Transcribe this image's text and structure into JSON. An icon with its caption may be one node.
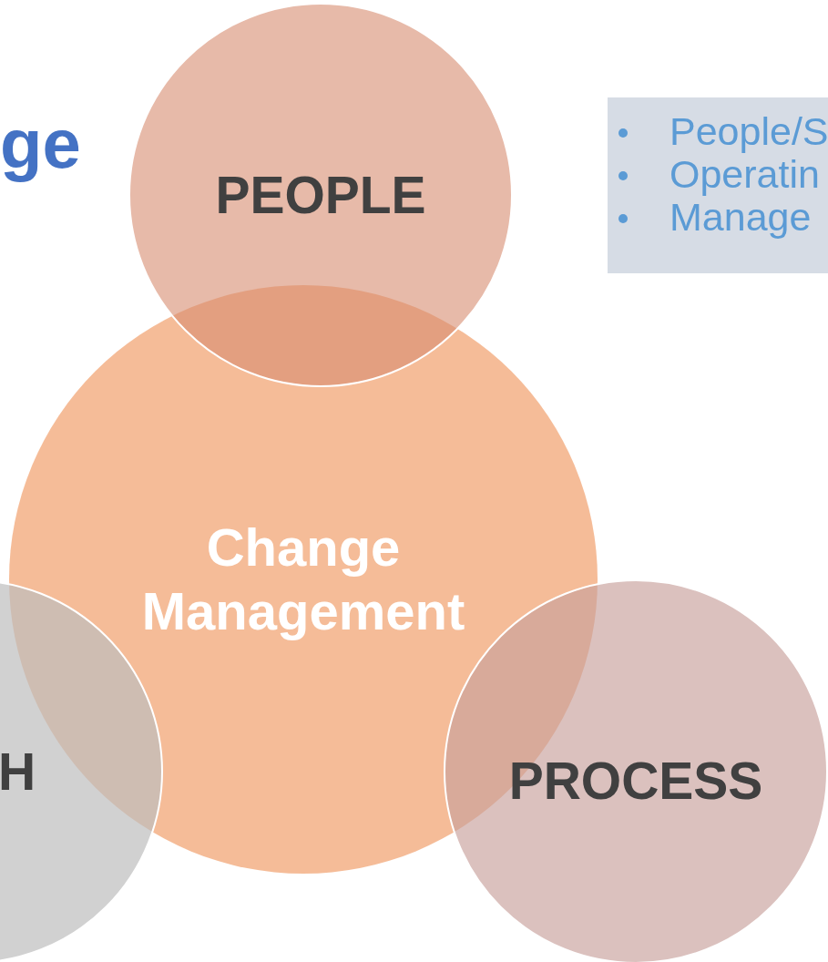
{
  "diagram": {
    "title": "ge",
    "nodes": [
      {
        "text": [
          "Change Management"
        ]
      },
      {
        "text": [
          "PEOPLE"
        ]
      },
      {
        "text": [
          "H"
        ]
      },
      {
        "text": [
          "PROCESS"
        ]
      },
      {
        "text": [
          "People/S",
          "Operatin",
          "Manage"
        ]
      }
    ],
    "edges": []
  }
}
